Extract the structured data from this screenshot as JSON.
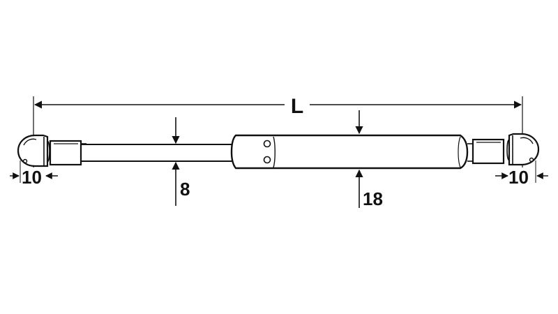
{
  "diagram": {
    "dimensions": {
      "overall_length": "L",
      "rod_diameter": "8",
      "body_diameter": "18",
      "left_end_fitting": "10",
      "right_end_fitting": "10"
    }
  }
}
